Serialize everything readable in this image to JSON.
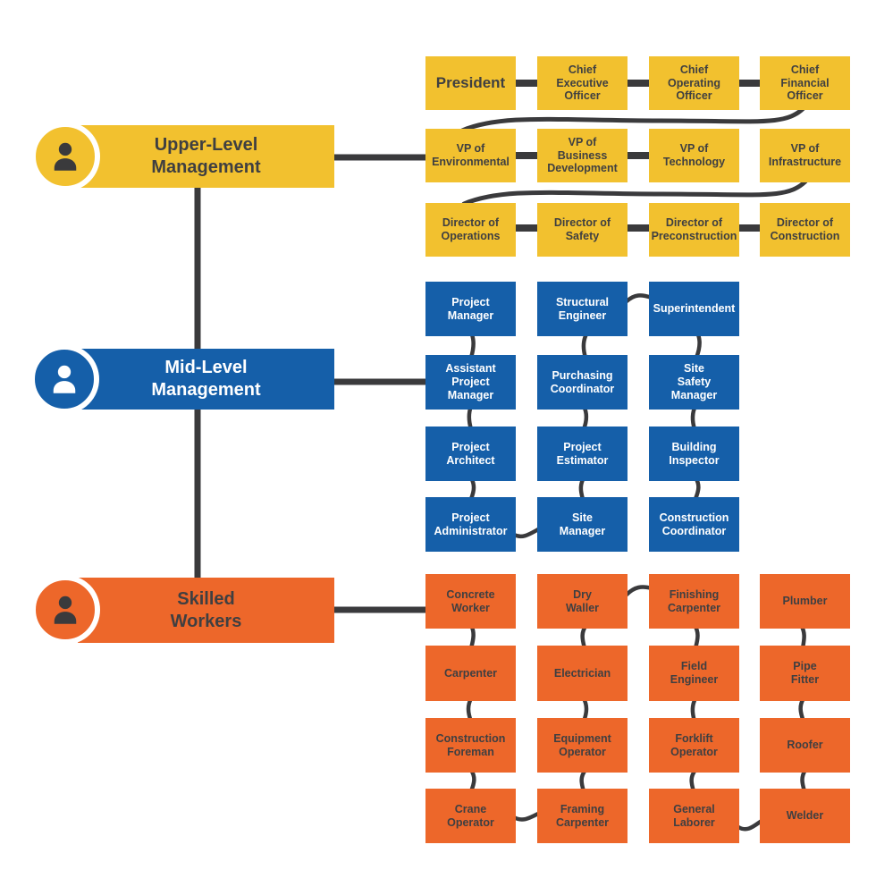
{
  "palette": {
    "yellow": "#F2C12F",
    "blue": "#155FA9",
    "orange": "#ED672A",
    "line": "#3A3A3C",
    "text_dark": "#3F3F41",
    "text_light": "#FFFFFF"
  },
  "levels": {
    "upper": {
      "label": "Upper-Level\nManagement",
      "rows": [
        [
          "President",
          "Chief\nExecutive\nOfficer",
          "Chief\nOperating\nOfficer",
          "Chief\nFinancial\nOfficer"
        ],
        [
          "VP of\nEnvironmental",
          "VP of\nBusiness\nDevelopment",
          "VP of\nTechnology",
          "VP of\nInfrastructure"
        ],
        [
          "Director of\nOperations",
          "Director of\nSafety",
          "Director of\nPreconstruction",
          "Director of\nConstruction"
        ]
      ]
    },
    "mid": {
      "label": "Mid-Level\nManagement",
      "rows": [
        [
          "Project\nManager",
          "Structural\nEngineer",
          "Superintendent"
        ],
        [
          "Assistant\nProject\nManager",
          "Purchasing\nCoordinator",
          "Site\nSafety\nManager"
        ],
        [
          "Project\nArchitect",
          "Project\nEstimator",
          "Building\nInspector"
        ],
        [
          "Project\nAdministrator",
          "Site\nManager",
          "Construction\nCoordinator"
        ]
      ]
    },
    "skilled": {
      "label": "Skilled\nWorkers",
      "rows": [
        [
          "Concrete\nWorker",
          "Dry\nWaller",
          "Finishing\nCarpenter",
          "Plumber"
        ],
        [
          "Carpenter",
          "Electrician",
          "Field\nEngineer",
          "Pipe\nFitter"
        ],
        [
          "Construction\nForeman",
          "Equipment\nOperator",
          "Forklift\nOperator",
          "Roofer"
        ],
        [
          "Crane\nOperator",
          "Framing\nCarpenter",
          "General\nLaborer",
          "Welder"
        ]
      ]
    }
  }
}
